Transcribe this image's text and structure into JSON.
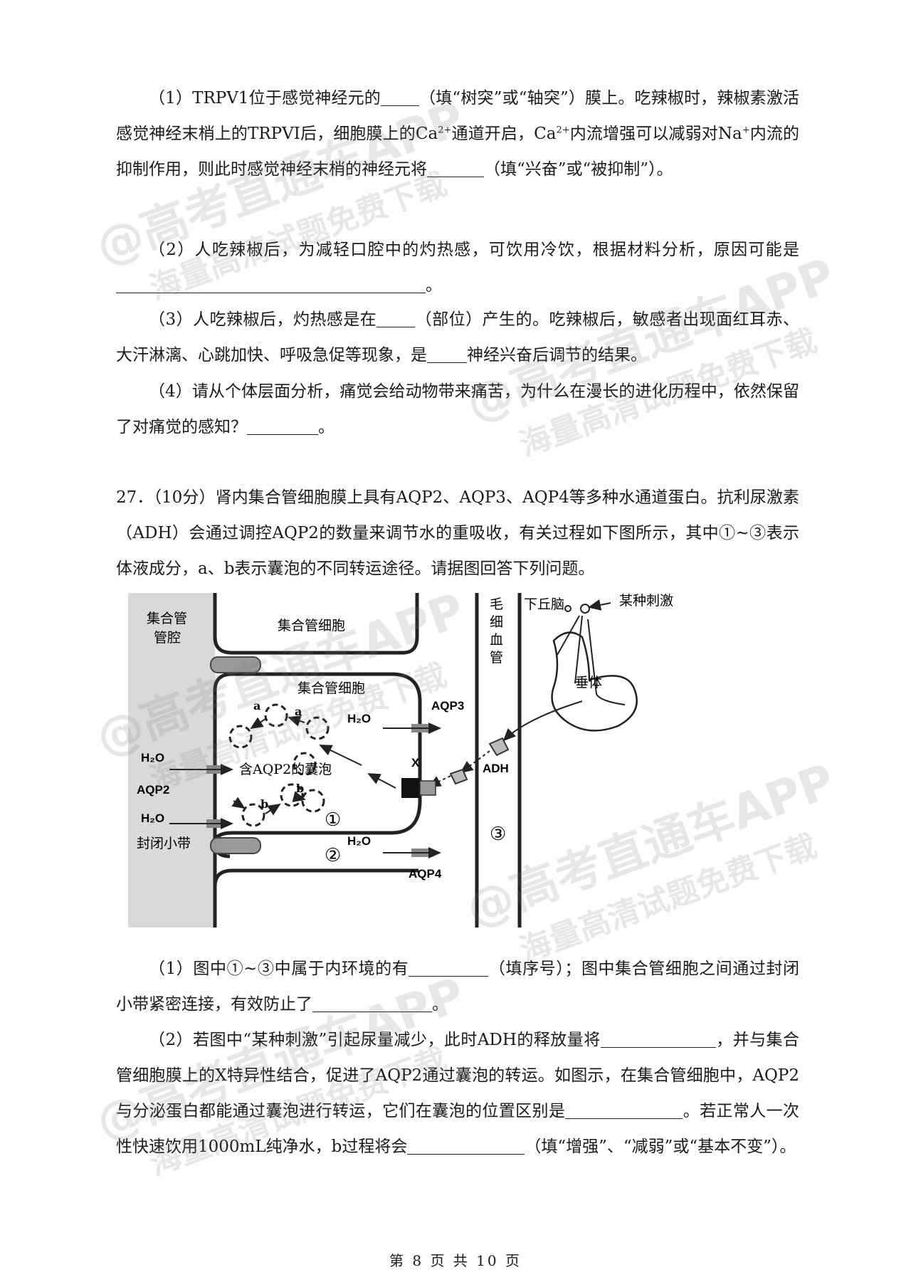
{
  "q26": {
    "p1": {
      "a": "（1）TRPV1位于感觉神经元的",
      "b": "（填“树突”或“轴突”）膜上。吃辣椒时，辣椒素激活感觉神经末梢上的TRPVI后，细胞膜上的Ca",
      "sup1": "2+",
      "c": "通道开启，Ca",
      "sup2": "2+",
      "d": "内流增强可以减弱对Na",
      "sup3": "+",
      "e": "内流的抑制作用，则此时感觉神经末梢的神经元将",
      "f": "（填“兴奋”或“被抑制”）。"
    },
    "p2": {
      "a": "（2）人吃辣椒后，为减轻口腔中的灼热感，可饮用冷饮，根据材料分析，原因可能是",
      "b": "。"
    },
    "p3": {
      "a": "（3）人吃辣椒后，灼热感是在",
      "b": "（部位）产生的。吃辣椒后，敏感者出现面红耳赤、大汗淋漓、心跳加快、呼吸急促等现象，是",
      "c": "神经兴奋后调节的结果。"
    },
    "p4": {
      "a": "（4）请从个体层面分析，痛觉会给动物带来痛苦，为什么在漫长的进化历程中，依然保留了对痛觉的感知？",
      "b": "。"
    }
  },
  "q27": {
    "intro": "27．（10分）肾内集合管细胞膜上具有AQP2、AQP3、AQP4等多种水通道蛋白。抗利尿激素（ADH）会通过调控AQP2的数量来调节水的重吸收，有关过程如下图所示，其中①~③表示体液成分，a、b表示囊泡的不同转运途径。请据图回答下列问题。",
    "figure": {
      "lumen": [
        "集合管",
        "管腔"
      ],
      "cell_top": "集合管细胞",
      "cell_mid": "集合管细胞",
      "capillary": [
        "毛",
        "细",
        "血",
        "管"
      ],
      "hypothalamus": "下丘脑",
      "stimulus": "某种刺激",
      "pituitary": "垂体",
      "aqp3": "AQP3",
      "aqp4": "AQP4",
      "aqp2": "AQP2",
      "h2o": "H₂O",
      "x": "X",
      "adh": "ADH",
      "vesicle": "含AQP2的囊泡",
      "path_a": "a",
      "path_b": "b",
      "tight_junction": "封闭小带",
      "n1": "①",
      "n2": "②",
      "n3": "③"
    },
    "p1": {
      "a": "（1）图中①~③中属于内环境的有",
      "b": "（填序号）；图中集合管细胞之间通过封闭小带紧密连接，有效防止了",
      "c": "。"
    },
    "p2": {
      "a": "（2）若图中“某种刺激”引起尿量减少，此时ADH的释放量将",
      "b": "，并与集合管细胞膜上的X特异性结合，促进了AQP2通过囊泡的转运。如图示，在集合管细胞中，AQP2与分泌蛋白都能通过囊泡进行转运，它们在囊泡的位置区别是",
      "c": "。若正常人一次性快速饮用1000mL纯净水，b过程将会",
      "d": "（填“增强”、“减弱”或“基本不变”）。"
    }
  },
  "footer": "第 8 页 共 10 页",
  "watermark": {
    "line1": "@高考直通车APP",
    "line2": "海量高清试题免费下载"
  }
}
